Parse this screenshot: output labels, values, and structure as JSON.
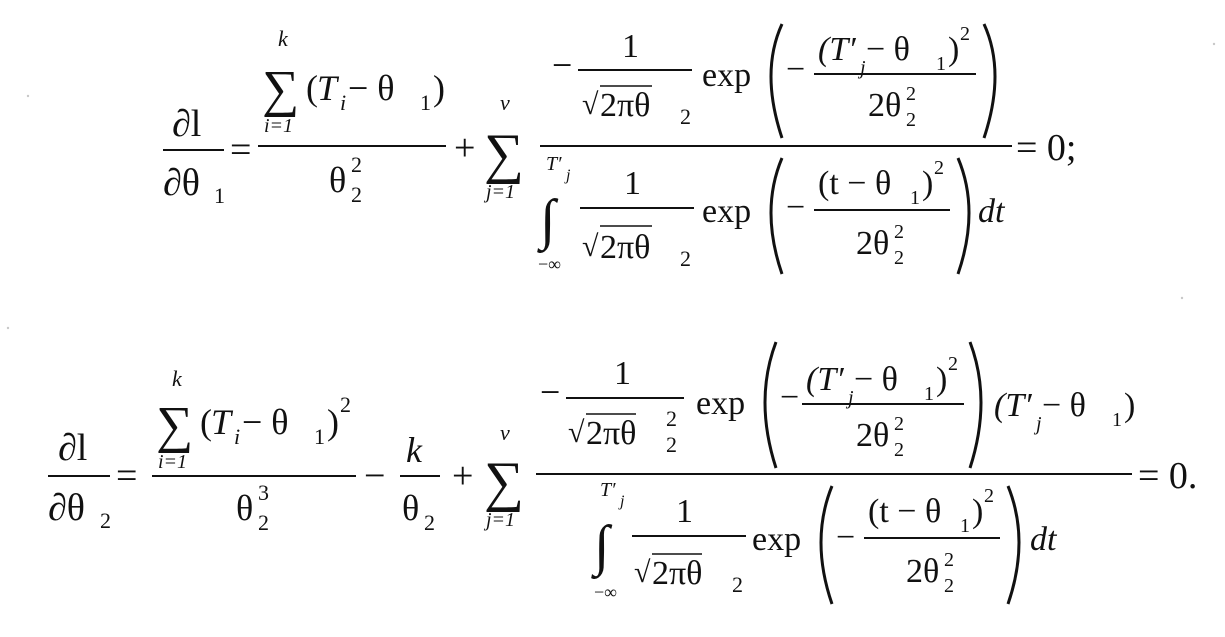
{
  "equations": [
    {
      "lhs": {
        "numerator": "∂l",
        "denominator": "∂θ",
        "den_subscript": "1"
      },
      "term1": {
        "sum_upper": "k",
        "sum_lower": "i=1",
        "expr_open": "(",
        "var": "T",
        "var_sub": "i",
        "minus_theta": " − θ",
        "theta_sub": "1",
        "expr_close": ")",
        "denominator": "θ",
        "den_sub": "2",
        "den_sup": "2"
      },
      "plus": "+",
      "term2": {
        "sum_upper": "ν",
        "sum_lower": "j=1",
        "num_minus": "−",
        "coef_num": "1",
        "coef_den": "2πθ",
        "coef_den_sub": "2",
        "exp": "exp",
        "inner_minus": "−",
        "inner_num": "(T′",
        "inner_num_sub": "j",
        "inner_num_rest": " − θ",
        "inner_theta_sub": "1",
        "inner_close": ")",
        "inner_sup": "2",
        "inner_den": "2θ",
        "inner_den_sub": "2",
        "inner_den_sup": "2",
        "int_upper": "T′",
        "int_upper_sub": "j",
        "int_lower": "−∞",
        "den_coef_num": "1",
        "den_coef_den": "2πθ",
        "den_coef_den_sub": "2",
        "den_inner_num": "(t − θ",
        "den_inner_num_sub": "1",
        "den_inner_close": ")",
        "den_inner_sup": "2",
        "den_inner_den": "2θ",
        "den_inner_den_sub": "2",
        "den_inner_den_sup": "2",
        "dt": "dt"
      },
      "rhs": "= 0;"
    },
    {
      "lhs": {
        "numerator": "∂l",
        "denominator": "∂θ",
        "den_subscript": "2"
      },
      "term1": {
        "sum_upper": "k",
        "sum_lower": "i=1",
        "expr_open": "(",
        "var": "T",
        "var_sub": "i",
        "minus_theta": " − θ",
        "theta_sub": "1",
        "expr_close": ")",
        "expr_sup": "2",
        "denominator": "θ",
        "den_sub": "2",
        "den_sup": "3"
      },
      "minus": "−",
      "term_k": {
        "numerator": "k",
        "denominator": "θ",
        "den_sub": "2"
      },
      "plus": "+",
      "term2": {
        "sum_upper": "ν",
        "sum_lower": "j=1",
        "num_minus": "−",
        "coef_num": "1",
        "coef_den": "2πθ",
        "coef_den_sub": "2",
        "coef_den_sup": "2",
        "exp": "exp",
        "inner_minus": "−",
        "inner_num": "(T′",
        "inner_num_sub": "j",
        "inner_num_rest": " − θ",
        "inner_theta_sub": "1",
        "inner_close": ")",
        "inner_sup": "2",
        "inner_den": "2θ",
        "inner_den_sub": "2",
        "inner_den_sup": "2",
        "tail": "(T′",
        "tail_sub": "j",
        "tail_rest": " − θ",
        "tail_theta_sub": "1",
        "tail_close": ")",
        "int_upper": "T′",
        "int_upper_sub": "j",
        "int_lower": "−∞",
        "den_coef_num": "1",
        "den_coef_den": "2πθ",
        "den_coef_den_sub": "2",
        "den_inner_num": "(t − θ",
        "den_inner_num_sub": "1",
        "den_inner_close": ")",
        "den_inner_sup": "2",
        "den_inner_den": "2θ",
        "den_inner_den_sub": "2",
        "den_inner_den_sup": "2",
        "dt": "dt"
      },
      "rhs": "= 0."
    }
  ]
}
